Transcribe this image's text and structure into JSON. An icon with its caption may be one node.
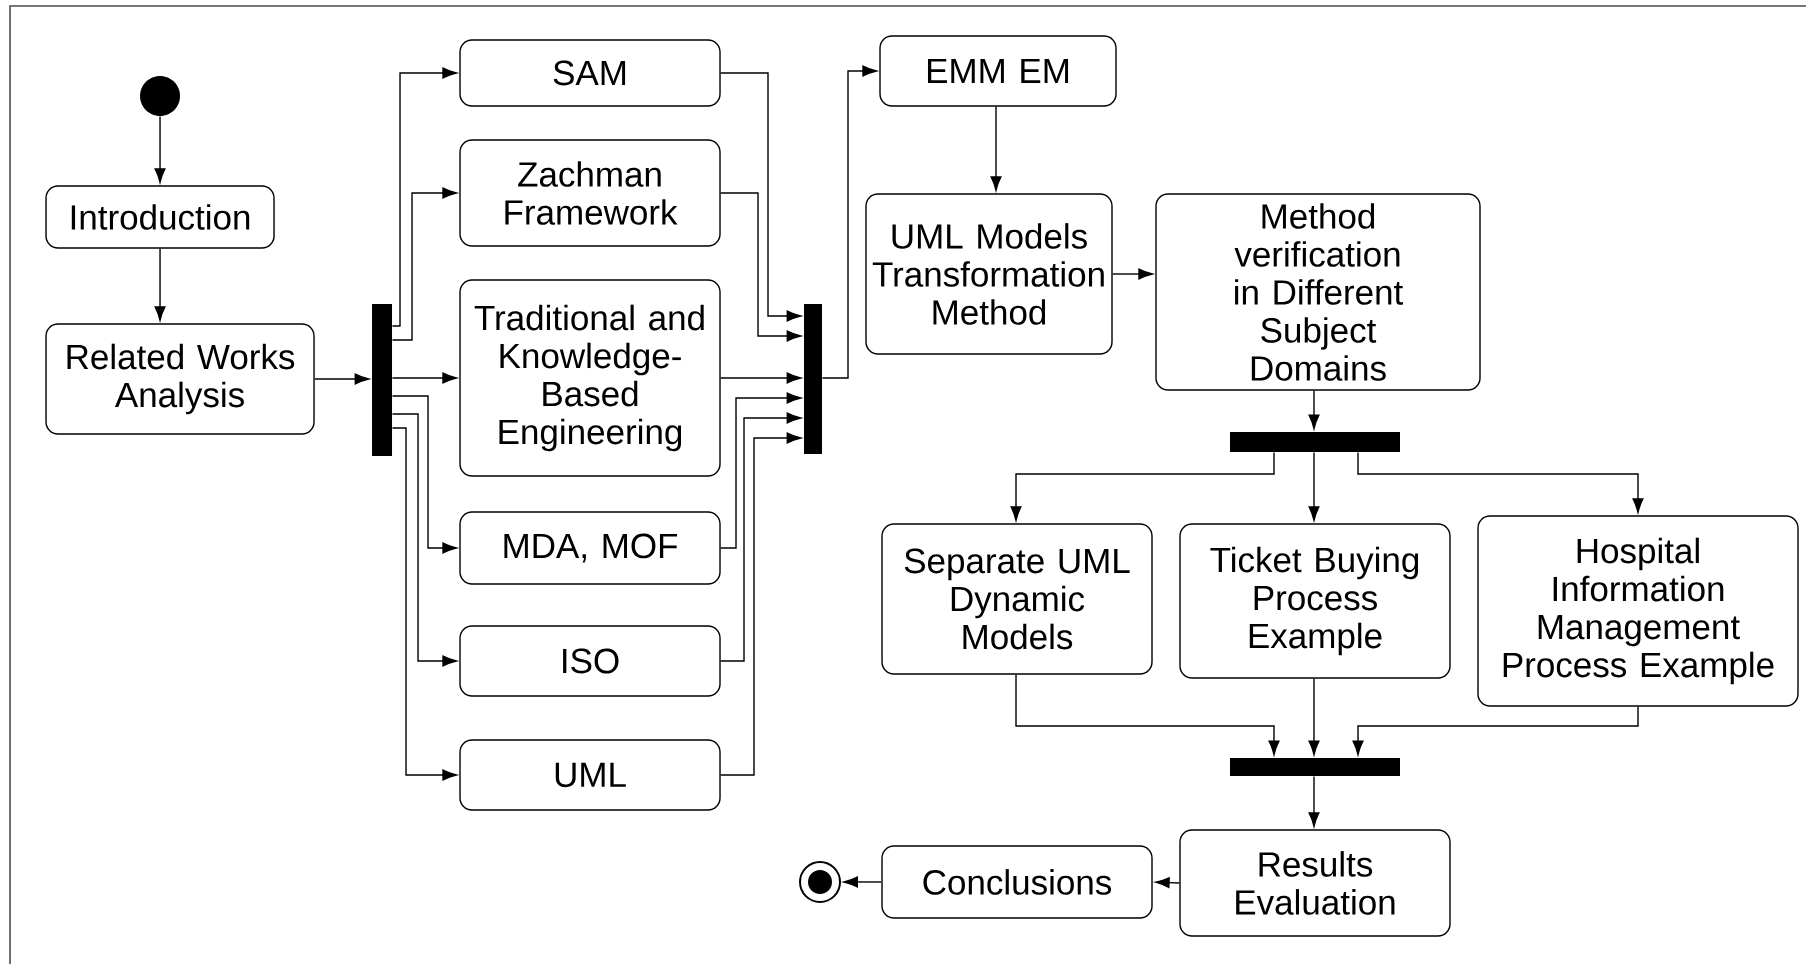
{
  "diagram": {
    "nodes": [
      {
        "text": [],
        "shape": "circle"
      },
      {
        "text": [
          "Introduction"
        ]
      },
      {
        "text": [
          "Related Works Analysis"
        ]
      },
      {
        "text": [],
        "shape": "bar"
      },
      {
        "text": [
          "SAM"
        ]
      },
      {
        "text": [
          "Zachman Framework"
        ]
      },
      {
        "text": [
          "Traditional and Knowledge-Based Engineering"
        ]
      },
      {
        "text": [
          "MDA, MOF"
        ]
      },
      {
        "text": [
          "ISO"
        ]
      },
      {
        "text": [
          "UML"
        ]
      },
      {
        "text": [],
        "shape": "bar"
      },
      {
        "text": [
          "EMM EM"
        ]
      },
      {
        "text": [
          "UML Models Transformation Method"
        ]
      },
      {
        "text": [
          "Method verification in Different Subject Domains"
        ]
      },
      {
        "text": [],
        "shape": "bar"
      },
      {
        "text": [
          "Separate UML Dynamic Models"
        ]
      },
      {
        "text": [
          "Ticket Buying Process Example"
        ]
      },
      {
        "text": [
          "Hospital Information Management Process Example"
        ]
      },
      {
        "text": [],
        "shape": "bar"
      },
      {
        "text": [
          "Results Evaluation"
        ]
      },
      {
        "text": [
          "Conclusions"
        ]
      },
      {
        "text": [],
        "shape": "circle"
      }
    ],
    "edges": [
      {
        "from": 0,
        "to": 1,
        "arrow": "to"
      },
      {
        "from": 1,
        "to": 2,
        "arrow": "to"
      },
      {
        "from": 2,
        "to": 3,
        "arrow": "to"
      },
      {
        "from": 3,
        "to": 4,
        "arrow": "to"
      },
      {
        "from": 3,
        "to": 5,
        "arrow": "to"
      },
      {
        "from": 3,
        "to": 6,
        "arrow": "to"
      },
      {
        "from": 3,
        "to": 7,
        "arrow": "to"
      },
      {
        "from": 3,
        "to": 8,
        "arrow": "to"
      },
      {
        "from": 3,
        "to": 9,
        "arrow": "to"
      },
      {
        "from": 4,
        "to": 10,
        "arrow": "to"
      },
      {
        "from": 5,
        "to": 10,
        "arrow": "to"
      },
      {
        "from": 6,
        "to": 10,
        "arrow": "to"
      },
      {
        "from": 7,
        "to": 10,
        "arrow": "to"
      },
      {
        "from": 8,
        "to": 10,
        "arrow": "to"
      },
      {
        "from": 9,
        "to": 10,
        "arrow": "to"
      },
      {
        "from": 10,
        "to": 11,
        "arrow": "to"
      },
      {
        "from": 11,
        "to": 12,
        "arrow": "to"
      },
      {
        "from": 12,
        "to": 13,
        "arrow": "to"
      },
      {
        "from": 13,
        "to": 14,
        "arrow": "to"
      },
      {
        "from": 14,
        "to": 15,
        "arrow": "to"
      },
      {
        "from": 14,
        "to": 16,
        "arrow": "to"
      },
      {
        "from": 14,
        "to": 17,
        "arrow": "to"
      },
      {
        "from": 15,
        "to": 18,
        "arrow": "to"
      },
      {
        "from": 16,
        "to": 18,
        "arrow": "to"
      },
      {
        "from": 17,
        "to": 18,
        "arrow": "to"
      },
      {
        "from": 18,
        "to": 19,
        "arrow": "to"
      },
      {
        "from": 19,
        "to": 20,
        "arrow": "to"
      },
      {
        "from": 20,
        "to": 21,
        "arrow": "to"
      }
    ]
  }
}
